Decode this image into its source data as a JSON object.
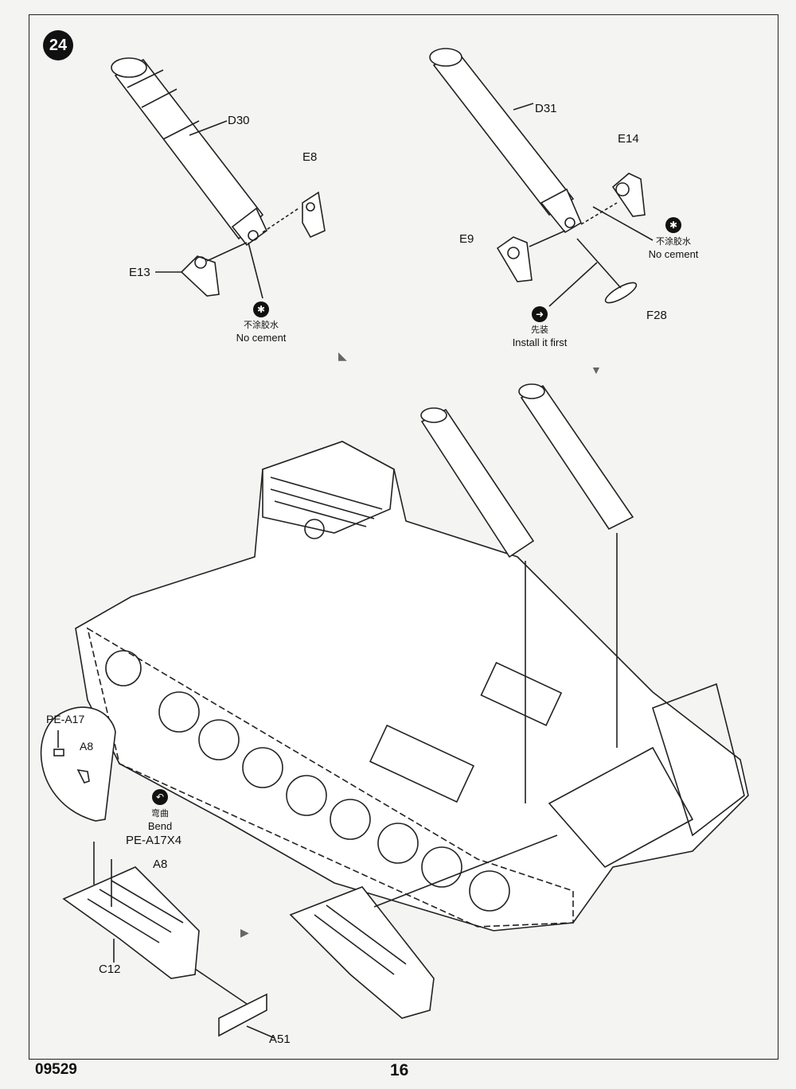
{
  "step_number": "24",
  "parts": {
    "d30": "D30",
    "e8": "E8",
    "e13": "E13",
    "d31": "D31",
    "e14": "E14",
    "e9": "E9",
    "f28": "F28",
    "pe_a17": "PE-A17",
    "a8_inset": "A8",
    "pe_a17x4": "PE-A17X4",
    "a8": "A8",
    "c12": "C12",
    "a51": "A51"
  },
  "notes": {
    "no_cement_left_cn": "不涂胶水",
    "no_cement_left_en": "No cement",
    "no_cement_right_cn": "不涂胶水",
    "no_cement_right_en": "No cement",
    "install_first_cn": "先装",
    "install_first_en": "Install it first",
    "bend_cn": "弯曲",
    "bend_en": "Bend"
  },
  "icons": {
    "no_cement": "no-cement-icon",
    "install_first": "install-first-icon",
    "bend": "bend-icon"
  },
  "footer": {
    "code": "09529",
    "page": "16"
  }
}
